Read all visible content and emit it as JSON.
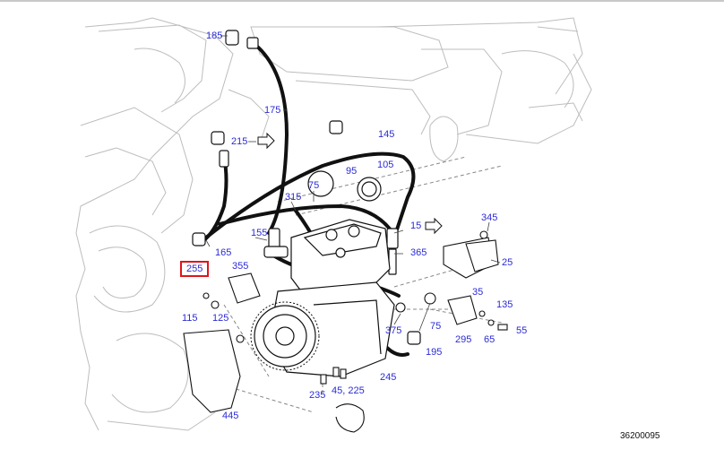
{
  "diagram": {
    "reference_code": "36200095",
    "highlight_color": "#e0141c",
    "callout_color": "#2b2bd8",
    "highlighted_part": "255",
    "callouts": [
      "185",
      "175",
      "215",
      "145",
      "105",
      "95",
      "75",
      "315",
      "165",
      "155",
      "15",
      "365",
      "345",
      "25",
      "35",
      "255",
      "355",
      "115",
      "125",
      "135",
      "55",
      "65",
      "295",
      "75",
      "375",
      "195",
      "245",
      "235",
      "45, 225",
      "445"
    ]
  }
}
